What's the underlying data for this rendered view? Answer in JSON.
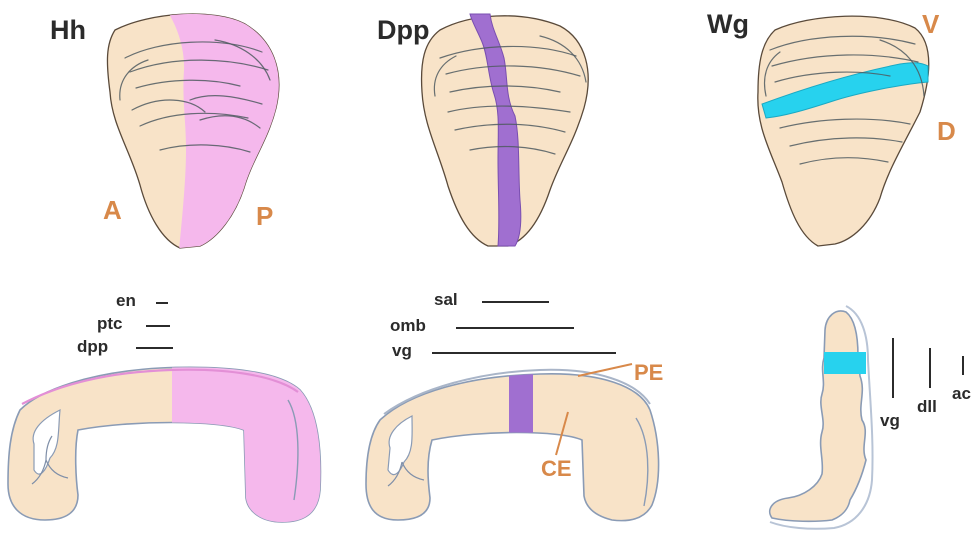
{
  "panels": {
    "hh": {
      "title": "Hh",
      "anterior": "A",
      "posterior": "P"
    },
    "dpp": {
      "title": "Dpp"
    },
    "wg": {
      "title": "Wg",
      "ventral": "V",
      "dorsal": "D"
    }
  },
  "sections": {
    "left": {
      "genes": [
        "en",
        "ptc",
        "dpp"
      ]
    },
    "middle": {
      "genes": [
        "sal",
        "omb",
        "vg"
      ],
      "peripodial": "PE",
      "columnar": "CE"
    },
    "right": {
      "genes": [
        "vg",
        "dll",
        "ac"
      ]
    }
  },
  "colors": {
    "tissue": "#f8e3c8",
    "hh_domain": "#f5b8ec",
    "dpp_stripe": "#a06fd0",
    "wg_stripe": "#27d2ee",
    "axis_label": "#d8894a"
  }
}
